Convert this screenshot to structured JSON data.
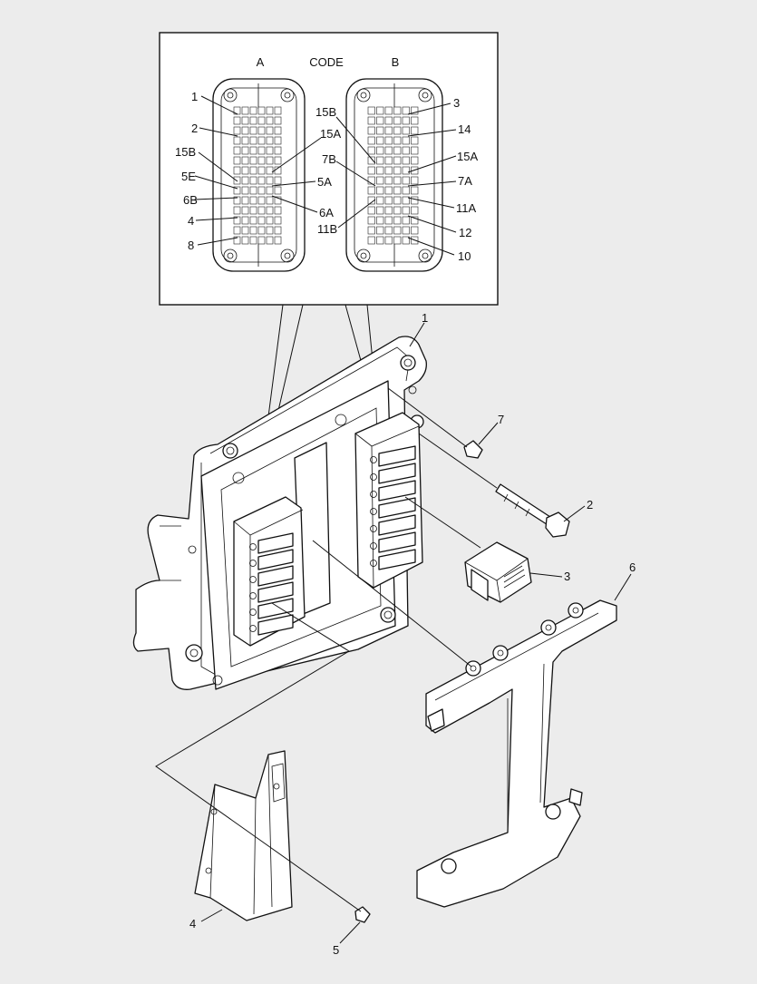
{
  "detail": {
    "header_a": "A",
    "header_code": "CODE",
    "header_b": "B",
    "labels_a": [
      "1",
      "2",
      "15B",
      "5E",
      "6B",
      "4",
      "8",
      "15A",
      "5A",
      "6A"
    ],
    "labels_b": [
      "15B",
      "7B",
      "11B",
      "3",
      "14",
      "15A",
      "7A",
      "11A",
      "12",
      "10"
    ]
  },
  "callouts": [
    "1",
    "7",
    "2",
    "3",
    "6",
    "4",
    "5"
  ]
}
